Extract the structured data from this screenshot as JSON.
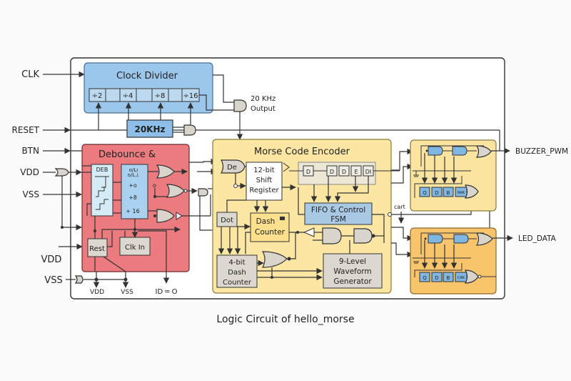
{
  "title": "Logic Circuit of hello_morse",
  "inputs": {
    "clk": "CLK",
    "reset": "RESET",
    "btn": "BTN",
    "vdd_top": "VDD",
    "vss_top": "VSS",
    "vdd_bottom": "VDD",
    "vss_bottom": "VSS"
  },
  "outputs": {
    "buzzer": "BUZZER_PWM",
    "led": "LED_DATA"
  },
  "clock_divider": {
    "title": "Clock Divider",
    "stages": [
      "÷2",
      "",
      "÷4",
      "",
      "÷8",
      "",
      "÷16"
    ],
    "source": "20KHz",
    "output_label_1": "20 KHz",
    "output_label_2": "Output"
  },
  "debounce": {
    "title": "Debounce &",
    "deb_label": "DEB",
    "counter_labels": [
      "o/Lı",
      "o/L⊥",
      "+o",
      "+8",
      "+ 16"
    ],
    "o_label": "o",
    "rest_label": "Rest",
    "clk_in_label": "Clk In",
    "bottom_labels": [
      "VDD",
      "VSS",
      "ID ═ O"
    ]
  },
  "encoder": {
    "title": "Morse Code Encoder",
    "de_gate": "De",
    "shift_register": [
      "12-bit",
      "Shift",
      "Register"
    ],
    "flipflops": [
      "D",
      "D",
      "D",
      "E",
      "DI"
    ],
    "fifo": [
      "FIFO & Control",
      "FSM"
    ],
    "dot": "Dot",
    "dash_counter": [
      "Dash",
      "Counter"
    ],
    "four_bit": [
      "4-bit",
      "Dash",
      "Counter"
    ],
    "waveform": [
      "9-Level",
      "Waveform",
      "Generator"
    ],
    "cart_label": "cart"
  },
  "buzzer_block": {
    "cells": [
      "Q",
      "D",
      "B",
      "RAK"
    ]
  },
  "led_block": {
    "cells": [
      "Q",
      "D",
      "B",
      "CAK"
    ]
  },
  "colors": {
    "clock_divider": "#9cc7ec",
    "debounce": "#ec7b80",
    "encoder": "#fbe6a4",
    "buzzer_block": "#fbe4a0",
    "led_block": "#f8c46c",
    "fifo": "#a9c8e4",
    "gray_box": "#dcd8cf"
  }
}
